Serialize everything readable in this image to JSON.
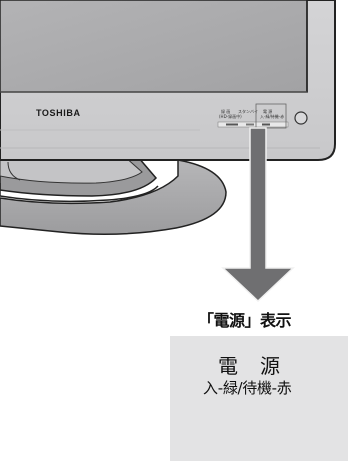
{
  "tv": {
    "brand": "TOSHIBA",
    "panel_labels": {
      "left_top": "録 画",
      "left_bottom": "(HD-録画中)",
      "standby_top": "スタンバイ",
      "power_top": "電 源",
      "power_bottom": "入-緑/待機-赤"
    }
  },
  "callout": {
    "caption": "「電源」表示",
    "title": "電源",
    "subtitle": "入-緑/待機-赤"
  },
  "colors": {
    "bezel": "#cfcfd1",
    "screen": "#a9a9ab",
    "stand": "#a4a4a6",
    "arrow": "#6d6d6f",
    "detail_bg": "#e3e3e4"
  }
}
